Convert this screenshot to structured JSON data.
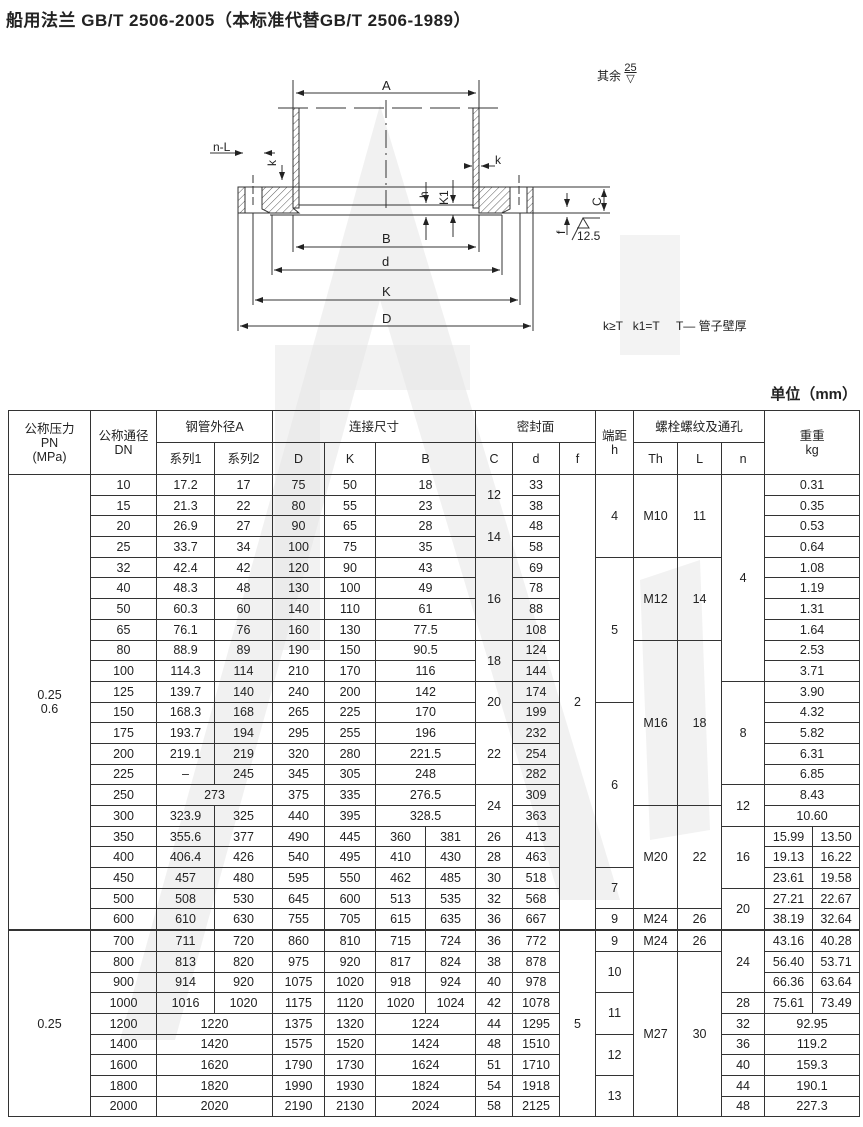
{
  "title": "船用法兰  GB/T 2506-2005（本标准代替GB/T 2506-1989）",
  "drawing": {
    "roughness_label": "其余",
    "roughness_value": "25",
    "face_roughness": "12.5",
    "labels": {
      "A": "A",
      "B": "B",
      "d": "d",
      "K": "K",
      "D": "D",
      "C": "C",
      "f": "f",
      "h": "h",
      "K1": "K1",
      "k": "k",
      "nL": "n-L"
    },
    "note": "k≥T   k1=T     T— 管子壁厚"
  },
  "unit": "单位（mm）",
  "table": {
    "header": {
      "pn": "公称压力\nPN\n(MPa)",
      "dn": "公称通径\nDN",
      "pipe_od": "钢管外径A",
      "connection": "连接尺寸",
      "seal": "密封面",
      "h": "端距\nh",
      "bolt": "螺栓螺纹及通孔",
      "weight": "重重\nkg",
      "series1": "系列1",
      "series2": "系列2",
      "D": "D",
      "K": "K",
      "B": "B",
      "C": "C",
      "d": "d",
      "f": "f",
      "Th": "Th",
      "L": "L",
      "n": "n"
    },
    "rows": [
      [
        {
          "t": "0.25\n0.6",
          "rs": 22
        },
        "10",
        "17.2",
        "17",
        "75",
        "50",
        {
          "t": "18",
          "cs": 2
        },
        {
          "t": "12",
          "rs": 2
        },
        "33",
        {
          "t": "2",
          "rs": 22
        },
        {
          "t": "4",
          "rs": 4
        },
        {
          "t": "M10",
          "rs": 4
        },
        {
          "t": "11",
          "rs": 4
        },
        {
          "t": "4",
          "rs": 10
        },
        {
          "t": "0.31",
          "cs": 2
        }
      ],
      [
        "15",
        "21.3",
        "22",
        "80",
        "55",
        {
          "t": "23",
          "cs": 2
        },
        "38",
        {
          "t": "0.35",
          "cs": 2
        }
      ],
      [
        "20",
        "26.9",
        "27",
        "90",
        "65",
        {
          "t": "28",
          "cs": 2
        },
        {
          "t": "14",
          "rs": 2
        },
        "48",
        {
          "t": "0.53",
          "cs": 2
        }
      ],
      [
        "25",
        "33.7",
        "34",
        "100",
        "75",
        {
          "t": "35",
          "cs": 2
        },
        "58",
        {
          "t": "0.64",
          "cs": 2
        }
      ],
      [
        "32",
        "42.4",
        "42",
        "120",
        "90",
        {
          "t": "43",
          "cs": 2
        },
        {
          "t": "16",
          "rs": 4
        },
        "69",
        {
          "t": "5",
          "rs": 7
        },
        {
          "t": "M12",
          "rs": 4
        },
        {
          "t": "14",
          "rs": 4
        },
        {
          "t": "1.08",
          "cs": 2
        }
      ],
      [
        "40",
        "48.3",
        "48",
        "130",
        "100",
        {
          "t": "49",
          "cs": 2
        },
        "78",
        {
          "t": "1.19",
          "cs": 2
        }
      ],
      [
        "50",
        "60.3",
        "60",
        "140",
        "110",
        {
          "t": "61",
          "cs": 2
        },
        "88",
        {
          "t": "1.31",
          "cs": 2
        }
      ],
      [
        "65",
        "76.1",
        "76",
        "160",
        "130",
        {
          "t": "77.5",
          "cs": 2
        },
        "108",
        {
          "t": "1.64",
          "cs": 2
        }
      ],
      [
        "80",
        "88.9",
        "89",
        "190",
        "150",
        {
          "t": "90.5",
          "cs": 2
        },
        {
          "t": "18",
          "rs": 2
        },
        "124",
        {
          "t": "M16",
          "rs": 8
        },
        {
          "t": "18",
          "rs": 8
        },
        {
          "t": "2.53",
          "cs": 2
        }
      ],
      [
        "100",
        "114.3",
        "114",
        "210",
        "170",
        {
          "t": "116",
          "cs": 2
        },
        "144",
        {
          "t": "3.71",
          "cs": 2
        }
      ],
      [
        "125",
        "139.7",
        "140",
        "240",
        "200",
        {
          "t": "142",
          "cs": 2
        },
        {
          "t": "20",
          "rs": 2
        },
        "174",
        {
          "t": "8",
          "rs": 5
        },
        {
          "t": "3.90",
          "cs": 2
        }
      ],
      [
        "150",
        "168.3",
        "168",
        "265",
        "225",
        {
          "t": "170",
          "cs": 2
        },
        "199",
        {
          "t": "6",
          "rs": 8
        },
        {
          "t": "4.32",
          "cs": 2
        }
      ],
      [
        "175",
        "193.7",
        "194",
        "295",
        "255",
        {
          "t": "196",
          "cs": 2
        },
        {
          "t": "22",
          "rs": 3
        },
        "232",
        {
          "t": "5.82",
          "cs": 2
        }
      ],
      [
        "200",
        "219.1",
        "219",
        "320",
        "280",
        {
          "t": "221.5",
          "cs": 2
        },
        "254",
        {
          "t": "6.31",
          "cs": 2
        }
      ],
      [
        "225",
        "–",
        "245",
        "345",
        "305",
        {
          "t": "248",
          "cs": 2
        },
        "282",
        {
          "t": "6.85",
          "cs": 2
        }
      ],
      [
        "250",
        {
          "t": "273",
          "cs": 2
        },
        "375",
        "335",
        {
          "t": "276.5",
          "cs": 2
        },
        {
          "t": "24",
          "rs": 2
        },
        "309",
        {
          "t": "12",
          "rs": 2
        },
        {
          "t": "8.43",
          "cs": 2
        }
      ],
      [
        "300",
        "323.9",
        "325",
        "440",
        "395",
        {
          "t": "328.5",
          "cs": 2
        },
        "363",
        {
          "t": "M20",
          "rs": 5
        },
        {
          "t": "22",
          "rs": 5
        },
        {
          "t": "10.60",
          "cs": 2
        }
      ],
      [
        "350",
        "355.6",
        "377",
        "490",
        "445",
        "360",
        "381",
        "26",
        "413",
        {
          "t": "16",
          "rs": 3
        },
        "15.99",
        "13.50"
      ],
      [
        "400",
        "406.4",
        "426",
        "540",
        "495",
        "410",
        "430",
        "28",
        "463",
        "19.13",
        "16.22"
      ],
      [
        "450",
        "457",
        "480",
        "595",
        "550",
        "462",
        "485",
        "30",
        "518",
        {
          "t": "7",
          "rs": 2
        },
        "23.61",
        "19.58"
      ],
      [
        "500",
        "508",
        "530",
        "645",
        "600",
        "513",
        "535",
        "32",
        "568",
        {
          "t": "20",
          "rs": 2
        },
        "27.21",
        "22.67"
      ],
      [
        "600",
        "610",
        "630",
        "755",
        "705",
        "615",
        "635",
        "36",
        "667",
        "9",
        "M24",
        "26",
        "38.19",
        "32.64"
      ],
      [
        {
          "t": "0.25",
          "rs": 9
        },
        "700",
        "711",
        "720",
        "860",
        "810",
        "715",
        "724",
        "36",
        "772",
        {
          "t": "5",
          "rs": 9
        },
        "9",
        "M24",
        "26",
        {
          "t": "24",
          "rs": 3
        },
        "43.16",
        "40.28"
      ],
      [
        "800",
        "813",
        "820",
        "975",
        "920",
        "817",
        "824",
        "38",
        "878",
        {
          "t": "10",
          "rs": 2
        },
        {
          "t": "M27",
          "rs": 8
        },
        {
          "t": "30",
          "rs": 8
        },
        "56.40",
        "53.71"
      ],
      [
        "900",
        "914",
        "920",
        "1075",
        "1020",
        "918",
        "924",
        "40",
        "978",
        "66.36",
        "63.64"
      ],
      [
        "1000",
        "1016",
        "1020",
        "1175",
        "1120",
        "1020",
        "1024",
        "42",
        "1078",
        {
          "t": "11",
          "rs": 2
        },
        "28",
        "75.61",
        "73.49"
      ],
      [
        "1200",
        {
          "t": "1220",
          "cs": 2
        },
        "1375",
        "1320",
        {
          "t": "1224",
          "cs": 2
        },
        "44",
        "1295",
        "32",
        {
          "t": "92.95",
          "cs": 2
        }
      ],
      [
        "1400",
        {
          "t": "1420",
          "cs": 2
        },
        "1575",
        "1520",
        {
          "t": "1424",
          "cs": 2
        },
        "48",
        "1510",
        {
          "t": "12",
          "rs": 2
        },
        "36",
        {
          "t": "119.2",
          "cs": 2
        }
      ],
      [
        "1600",
        {
          "t": "1620",
          "cs": 2
        },
        "1790",
        "1730",
        {
          "t": "1624",
          "cs": 2
        },
        "51",
        "1710",
        "40",
        {
          "t": "159.3",
          "cs": 2
        }
      ],
      [
        "1800",
        {
          "t": "1820",
          "cs": 2
        },
        "1990",
        "1930",
        {
          "t": "1824",
          "cs": 2
        },
        "54",
        "1918",
        {
          "t": "13",
          "rs": 2
        },
        "44",
        {
          "t": "190.1",
          "cs": 2
        }
      ],
      [
        "2000",
        {
          "t": "2020",
          "cs": 2
        },
        "2190",
        "2130",
        {
          "t": "2024",
          "cs": 2
        },
        "58",
        "2125",
        "48",
        {
          "t": "227.3",
          "cs": 2
        }
      ]
    ]
  }
}
